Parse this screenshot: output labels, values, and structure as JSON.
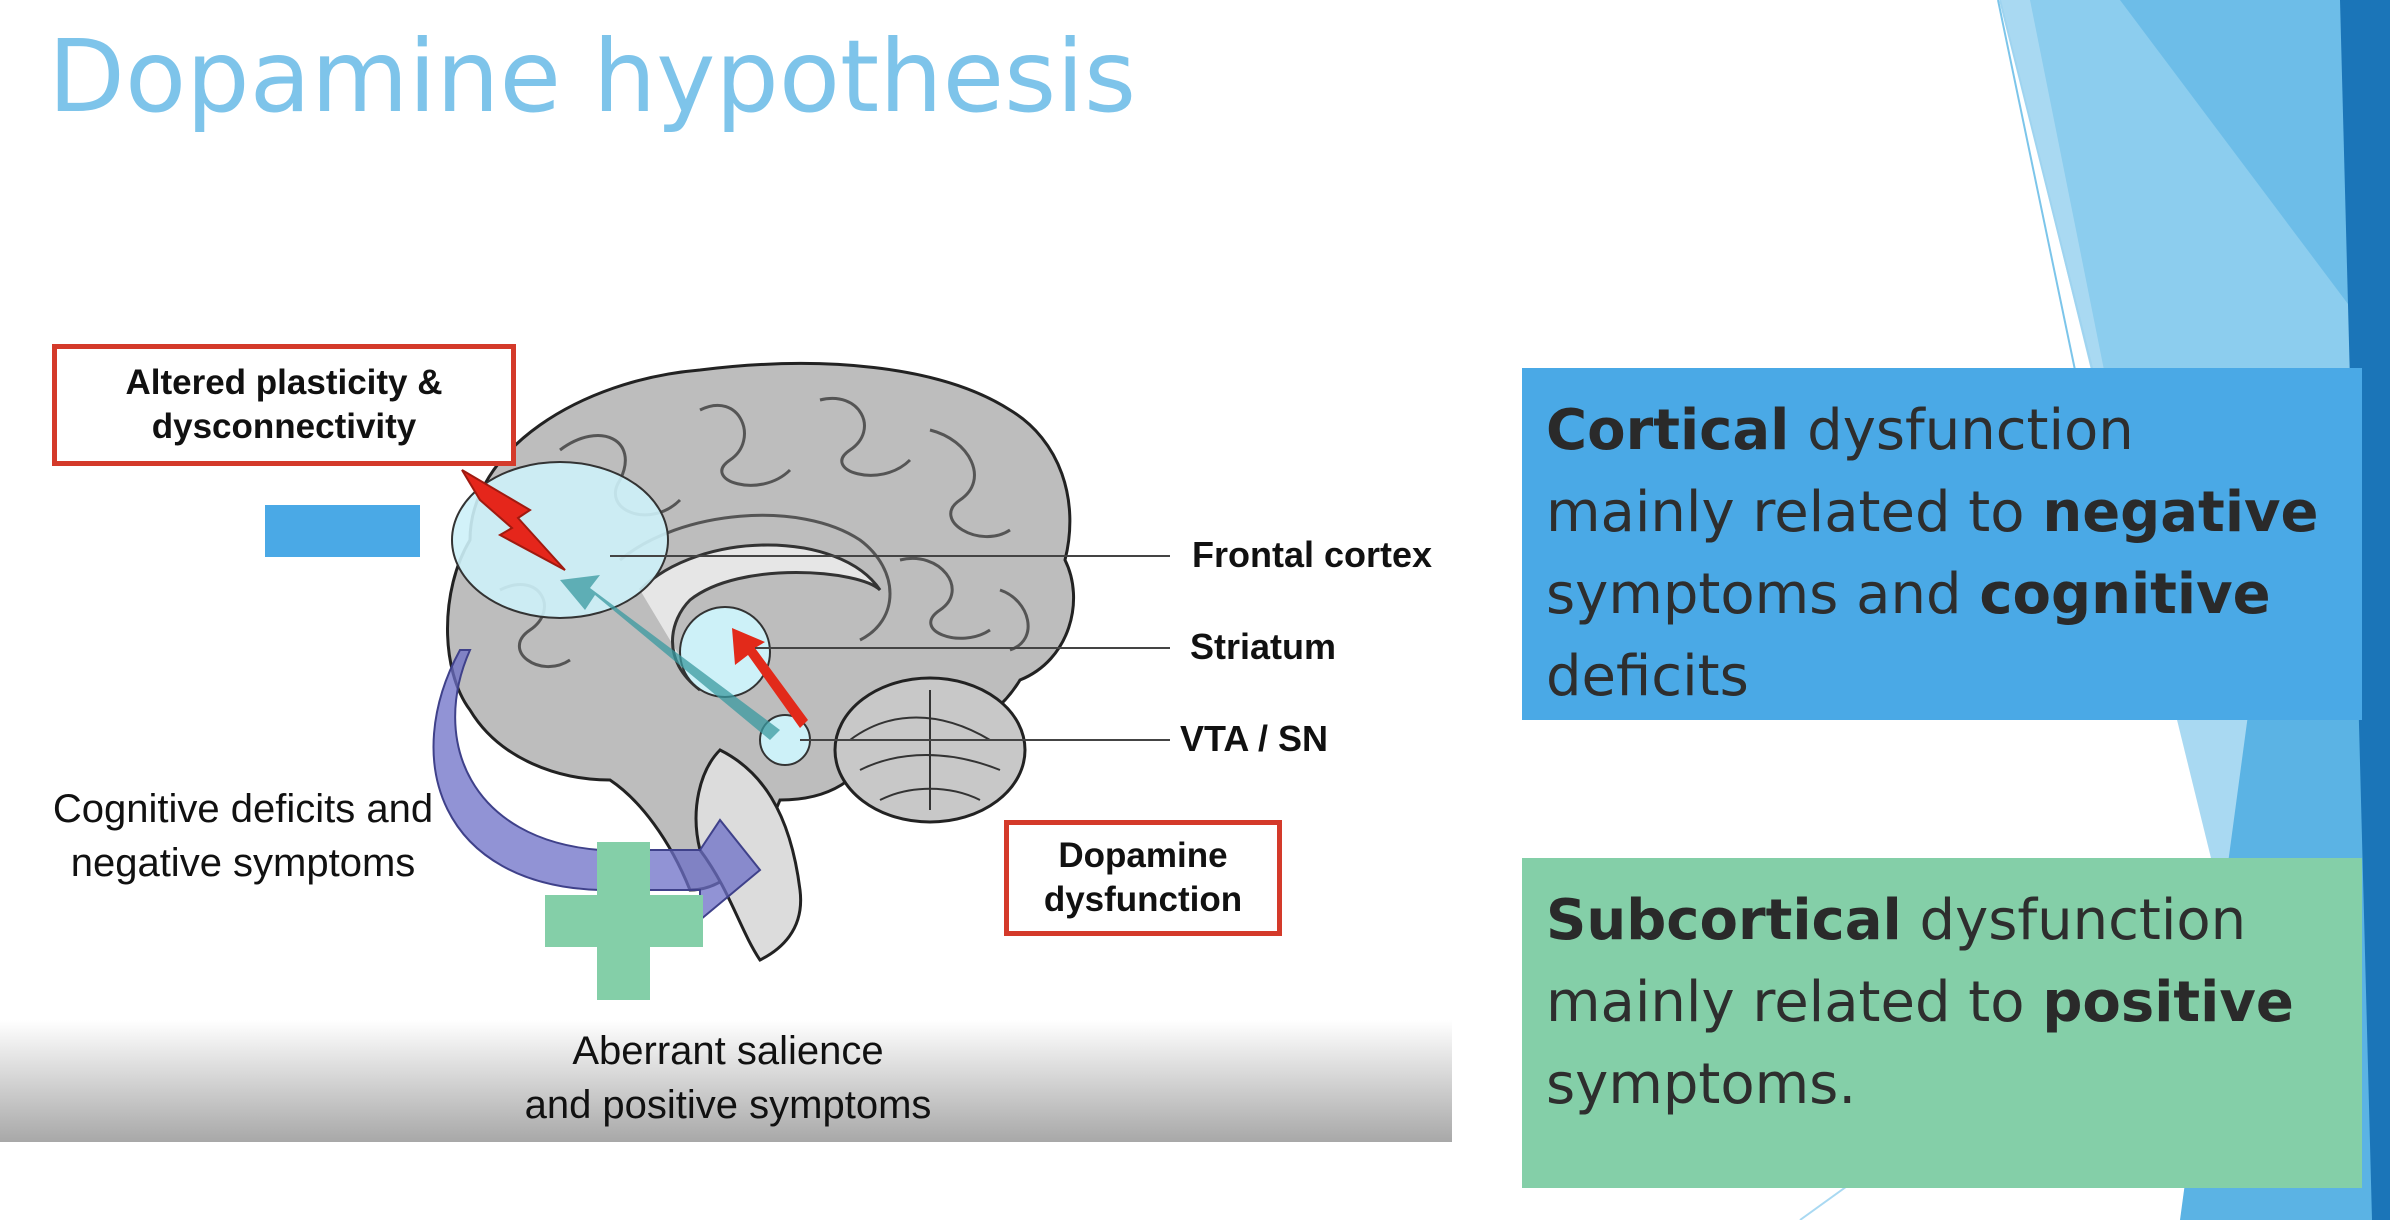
{
  "slide": {
    "title": "Dopamine hypothesis"
  },
  "figure": {
    "labels": {
      "frontal_cortex": "Frontal cortex",
      "striatum": "Striatum",
      "vta_sn": "VTA / SN"
    },
    "box_plasticity": {
      "line1": "Altered plasticity &",
      "line2": "dysconnectivity"
    },
    "box_dopamine": {
      "line1": "Dopamine",
      "line2": "dysfunction"
    },
    "cognitive_text": {
      "line1": "Cognitive deficits and",
      "line2": "negative symptoms"
    },
    "salience_text": {
      "line1": "Aberrant salience",
      "line2": "and positive symptoms"
    },
    "minus_sign": "minus-icon",
    "plus_sign": "plus-icon"
  },
  "boxes": {
    "cortical": {
      "part1_bold": "Cortical",
      "part2": " dysfunction mainly related to ",
      "part3_bold": "negative",
      "part4": " symptoms and ",
      "part5_bold": "cognitive",
      "part6": " deficits"
    },
    "subcortical": {
      "part1_bold": "Subcortical",
      "part2": " dysfunction mainly related to ",
      "part3_bold": "positive",
      "part4": " symptoms."
    }
  },
  "colors": {
    "title": "#7ec4ea",
    "blue_box": "#4aa9e6",
    "green_box": "#84cfa8",
    "red_border": "#d43a2a",
    "accent_dark_blue": "#1b75b8"
  }
}
